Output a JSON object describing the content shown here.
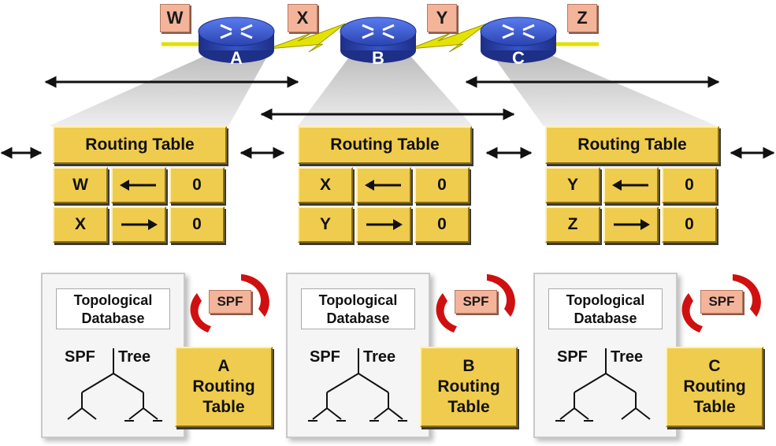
{
  "networks": [
    "W",
    "X",
    "Y",
    "Z"
  ],
  "routers": [
    "A",
    "B",
    "C"
  ],
  "routing_tables": [
    {
      "title": "Routing Table",
      "rows": [
        {
          "dest": "W",
          "dir": "left",
          "cost": "0"
        },
        {
          "dest": "X",
          "dir": "right",
          "cost": "0"
        }
      ]
    },
    {
      "title": "Routing Table",
      "rows": [
        {
          "dest": "X",
          "dir": "left",
          "cost": "0"
        },
        {
          "dest": "Y",
          "dir": "right",
          "cost": "0"
        }
      ]
    },
    {
      "title": "Routing Table",
      "rows": [
        {
          "dest": "Y",
          "dir": "left",
          "cost": "0"
        },
        {
          "dest": "Z",
          "dir": "right",
          "cost": "0"
        }
      ]
    }
  ],
  "panels": [
    {
      "topo_line1": "Topological",
      "topo_line2": "Database",
      "spf": "SPF",
      "tree": "Tree",
      "badge": "SPF",
      "rt_line1": "A",
      "rt_line2": "Routing",
      "rt_line3": "Table"
    },
    {
      "topo_line1": "Topological",
      "topo_line2": "Database",
      "spf": "SPF",
      "tree": "Tree",
      "badge": "SPF",
      "rt_line1": "B",
      "rt_line2": "Routing",
      "rt_line3": "Table"
    },
    {
      "topo_line1": "Topological",
      "topo_line2": "Database",
      "spf": "SPF",
      "tree": "Tree",
      "badge": "SPF",
      "rt_line1": "C",
      "rt_line2": "Routing",
      "rt_line3": "Table"
    }
  ],
  "colors": {
    "router": "#2e49b8",
    "label": "#f4b49a",
    "button": "#f0cc4e",
    "link": "#e2e000"
  }
}
